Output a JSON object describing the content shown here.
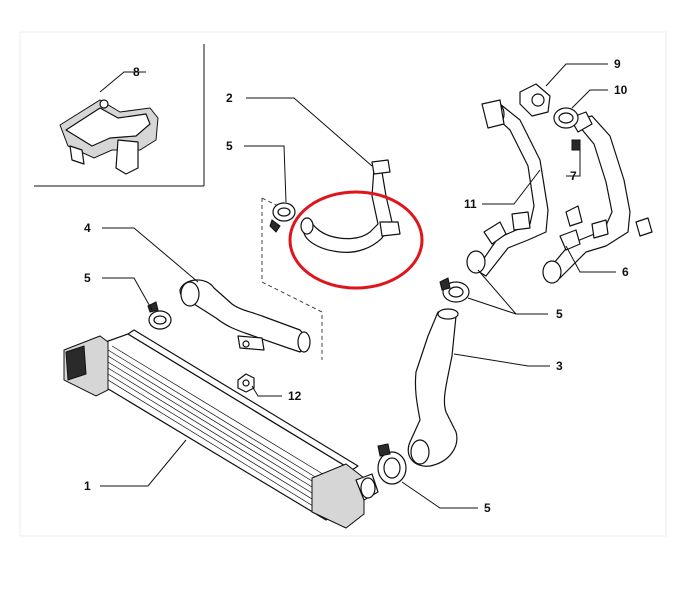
{
  "diagram": {
    "callouts": [
      {
        "id": "c8",
        "text": "8"
      },
      {
        "id": "c2",
        "text": "2"
      },
      {
        "id": "c5a",
        "text": "5"
      },
      {
        "id": "c4",
        "text": "4"
      },
      {
        "id": "c5b",
        "text": "5"
      },
      {
        "id": "c9",
        "text": "9"
      },
      {
        "id": "c10",
        "text": "10"
      },
      {
        "id": "c7",
        "text": "7"
      },
      {
        "id": "c11",
        "text": "11"
      },
      {
        "id": "c6",
        "text": "6"
      },
      {
        "id": "c5c",
        "text": "5"
      },
      {
        "id": "c3",
        "text": "3"
      },
      {
        "id": "c12",
        "text": "12"
      },
      {
        "id": "c1",
        "text": "1"
      },
      {
        "id": "c5d",
        "text": "5"
      }
    ],
    "highlight_color": "#e0141b"
  }
}
